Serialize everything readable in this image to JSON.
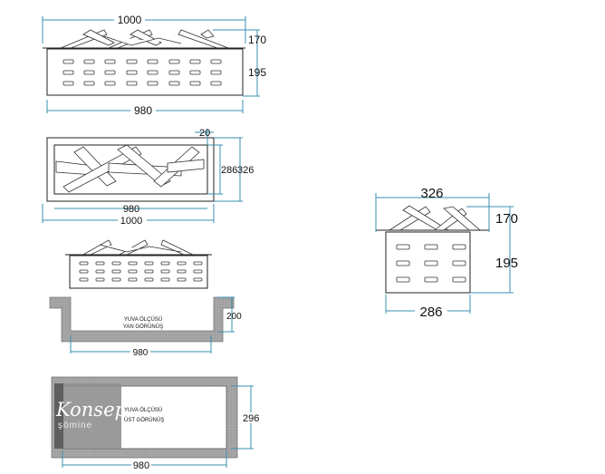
{
  "front_view": {
    "width_top": "1000",
    "log_height": "170",
    "body_height": "195",
    "width_bottom": "980"
  },
  "top_view": {
    "wall": "20",
    "inner_depth": "286",
    "outer_depth": "326",
    "inner_width": "980",
    "outer_width": "1000"
  },
  "niche_side_view": {
    "title_line1": "YUVA ÖLÇÜSÜ",
    "title_line2": "YAN GÖRÜNÜŞ",
    "height": "200",
    "width": "980"
  },
  "niche_top_view": {
    "title_line1": "YUVA ÖLÇÜSÜ",
    "title_line2": "ÜST GÖRÜNÜŞ",
    "depth": "296",
    "width": "980"
  },
  "side_view": {
    "depth_top": "326",
    "log_height": "170",
    "body_height": "195",
    "depth_bottom": "286"
  },
  "logo": {
    "line1": "Konsept",
    "line2": "şömine"
  },
  "colors": {
    "dimension": "#3a8fb0",
    "hatch": "#9a9a9a"
  }
}
